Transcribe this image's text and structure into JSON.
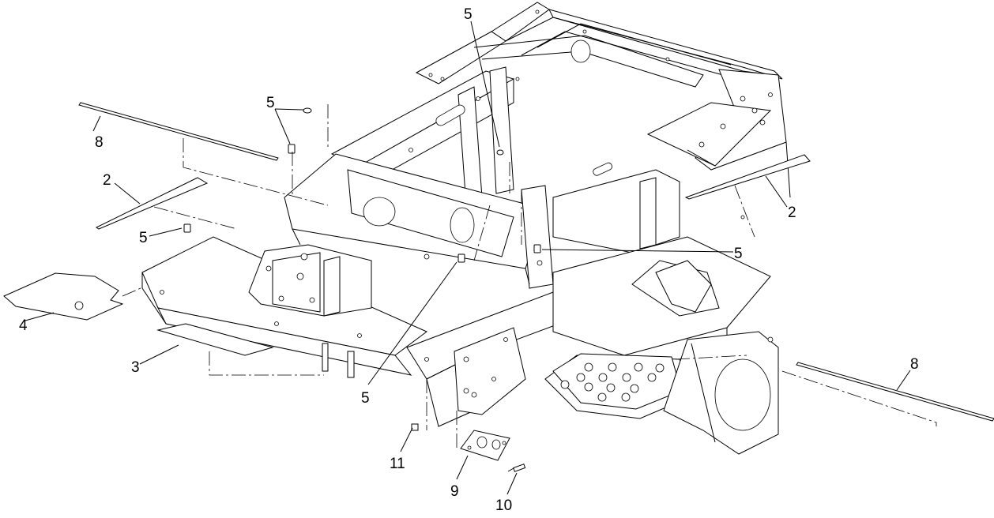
{
  "diagram": {
    "callouts": [
      {
        "id": "c-5-top",
        "text": "5"
      },
      {
        "id": "c-5-upper-left",
        "text": "5"
      },
      {
        "id": "c-8-left",
        "text": "8"
      },
      {
        "id": "c-2-left",
        "text": "2"
      },
      {
        "id": "c-5-left",
        "text": "5"
      },
      {
        "id": "c-4",
        "text": "4"
      },
      {
        "id": "c-3",
        "text": "3"
      },
      {
        "id": "c-5-bottom",
        "text": "5"
      },
      {
        "id": "c-11",
        "text": "11"
      },
      {
        "id": "c-9",
        "text": "9"
      },
      {
        "id": "c-10",
        "text": "10"
      },
      {
        "id": "c-2-right",
        "text": "2"
      },
      {
        "id": "c-5-right",
        "text": "5"
      },
      {
        "id": "c-8-right",
        "text": "8"
      }
    ]
  }
}
